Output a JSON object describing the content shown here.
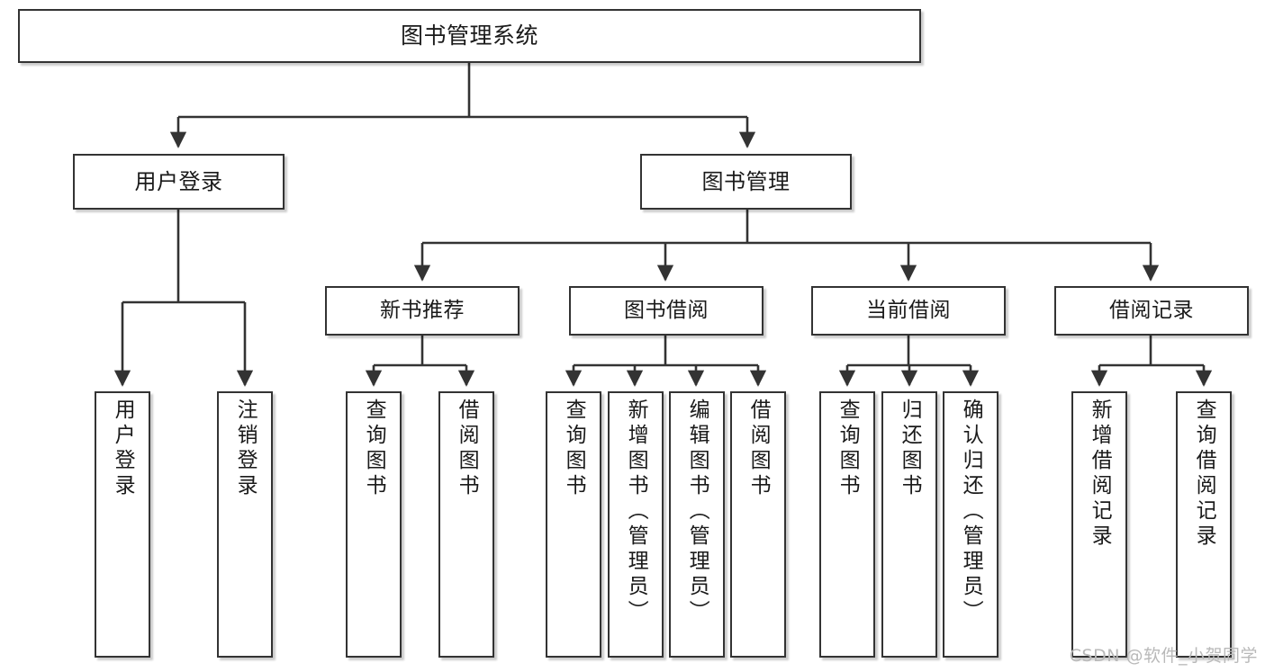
{
  "diagram": {
    "title": "图书管理系统",
    "watermark": "CSDN @软件_小贺同学",
    "root": {
      "label": "图书管理系统"
    },
    "level1": [
      {
        "label": "用户登录"
      },
      {
        "label": "图书管理"
      }
    ],
    "level2": [
      {
        "label": "新书推荐"
      },
      {
        "label": "图书借阅"
      },
      {
        "label": "当前借阅"
      },
      {
        "label": "借阅记录"
      }
    ],
    "leaves": {
      "user_login": [
        {
          "label": "用户登录"
        },
        {
          "label": "注销登录"
        }
      ],
      "new_book_recommend": [
        {
          "label": "查询图书"
        },
        {
          "label": "借阅图书"
        }
      ],
      "book_borrow": [
        {
          "label": "查询图书"
        },
        {
          "label": "新增图书（管理员）"
        },
        {
          "label": "编辑图书（管理员）"
        },
        {
          "label": "借阅图书"
        }
      ],
      "current_borrow": [
        {
          "label": "查询图书"
        },
        {
          "label": "归还图书"
        },
        {
          "label": "确认归还（管理员）"
        }
      ],
      "borrow_record": [
        {
          "label": "新增借阅记录"
        },
        {
          "label": "查询借阅记录"
        }
      ]
    },
    "colors": {
      "stroke": "#333333",
      "box_fill": "#ffffff",
      "text": "#1a1a1a",
      "watermark": "#b9b9b9"
    }
  }
}
